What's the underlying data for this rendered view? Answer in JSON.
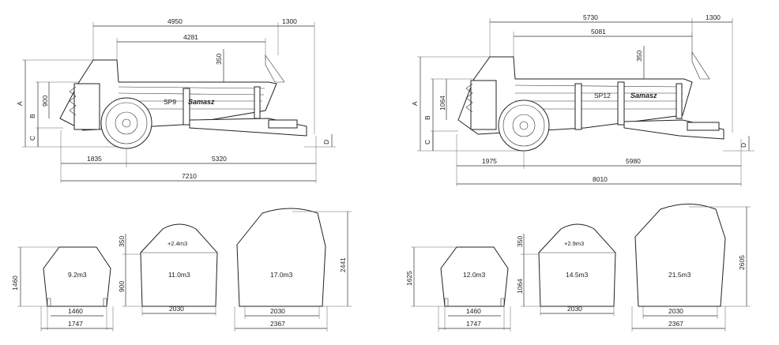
{
  "spreaders": [
    {
      "model_label": "SP9",
      "brand": "Samasz",
      "side": {
        "top_len": "4950",
        "front_over": "1300",
        "inner_len": "4281",
        "wall_h": "350",
        "height_900": "900",
        "left_a": "A",
        "left_b": "B",
        "left_c": "C",
        "right_d": "D",
        "axle_front": "1835",
        "axle_rear": "5320",
        "total": "7210"
      },
      "sections": {
        "s1_height": "1460",
        "s1_vol": "9.2m3",
        "s1_inner": "1460",
        "s1_outer": "1747",
        "s2_top": "350",
        "s2_bottom": "900",
        "s2_extra": "+2.4m3",
        "s2_vol": "11.0m3",
        "s2_width": "2030",
        "s3_height": "2441",
        "s3_vol": "17.0m3",
        "s3_inner": "2030",
        "s3_outer": "2367"
      }
    },
    {
      "model_label": "SP12",
      "brand": "Samasz",
      "side": {
        "top_len": "5730",
        "front_over": "1300",
        "inner_len": "5081",
        "wall_h": "350",
        "height_900": "1064",
        "left_a": "A",
        "left_b": "B",
        "left_c": "C",
        "right_d": "D",
        "axle_front": "1975",
        "axle_rear": "5980",
        "total": "8010"
      },
      "sections": {
        "s1_height": "1625",
        "s1_vol": "12.0m3",
        "s1_inner": "1460",
        "s1_outer": "1747",
        "s2_top": "350",
        "s2_bottom": "1064",
        "s2_extra": "+2.9m3",
        "s2_vol": "14.5m3",
        "s2_width": "2030",
        "s3_height": "2605",
        "s3_vol": "21.5m3",
        "s3_inner": "2030",
        "s3_outer": "2367"
      }
    }
  ]
}
